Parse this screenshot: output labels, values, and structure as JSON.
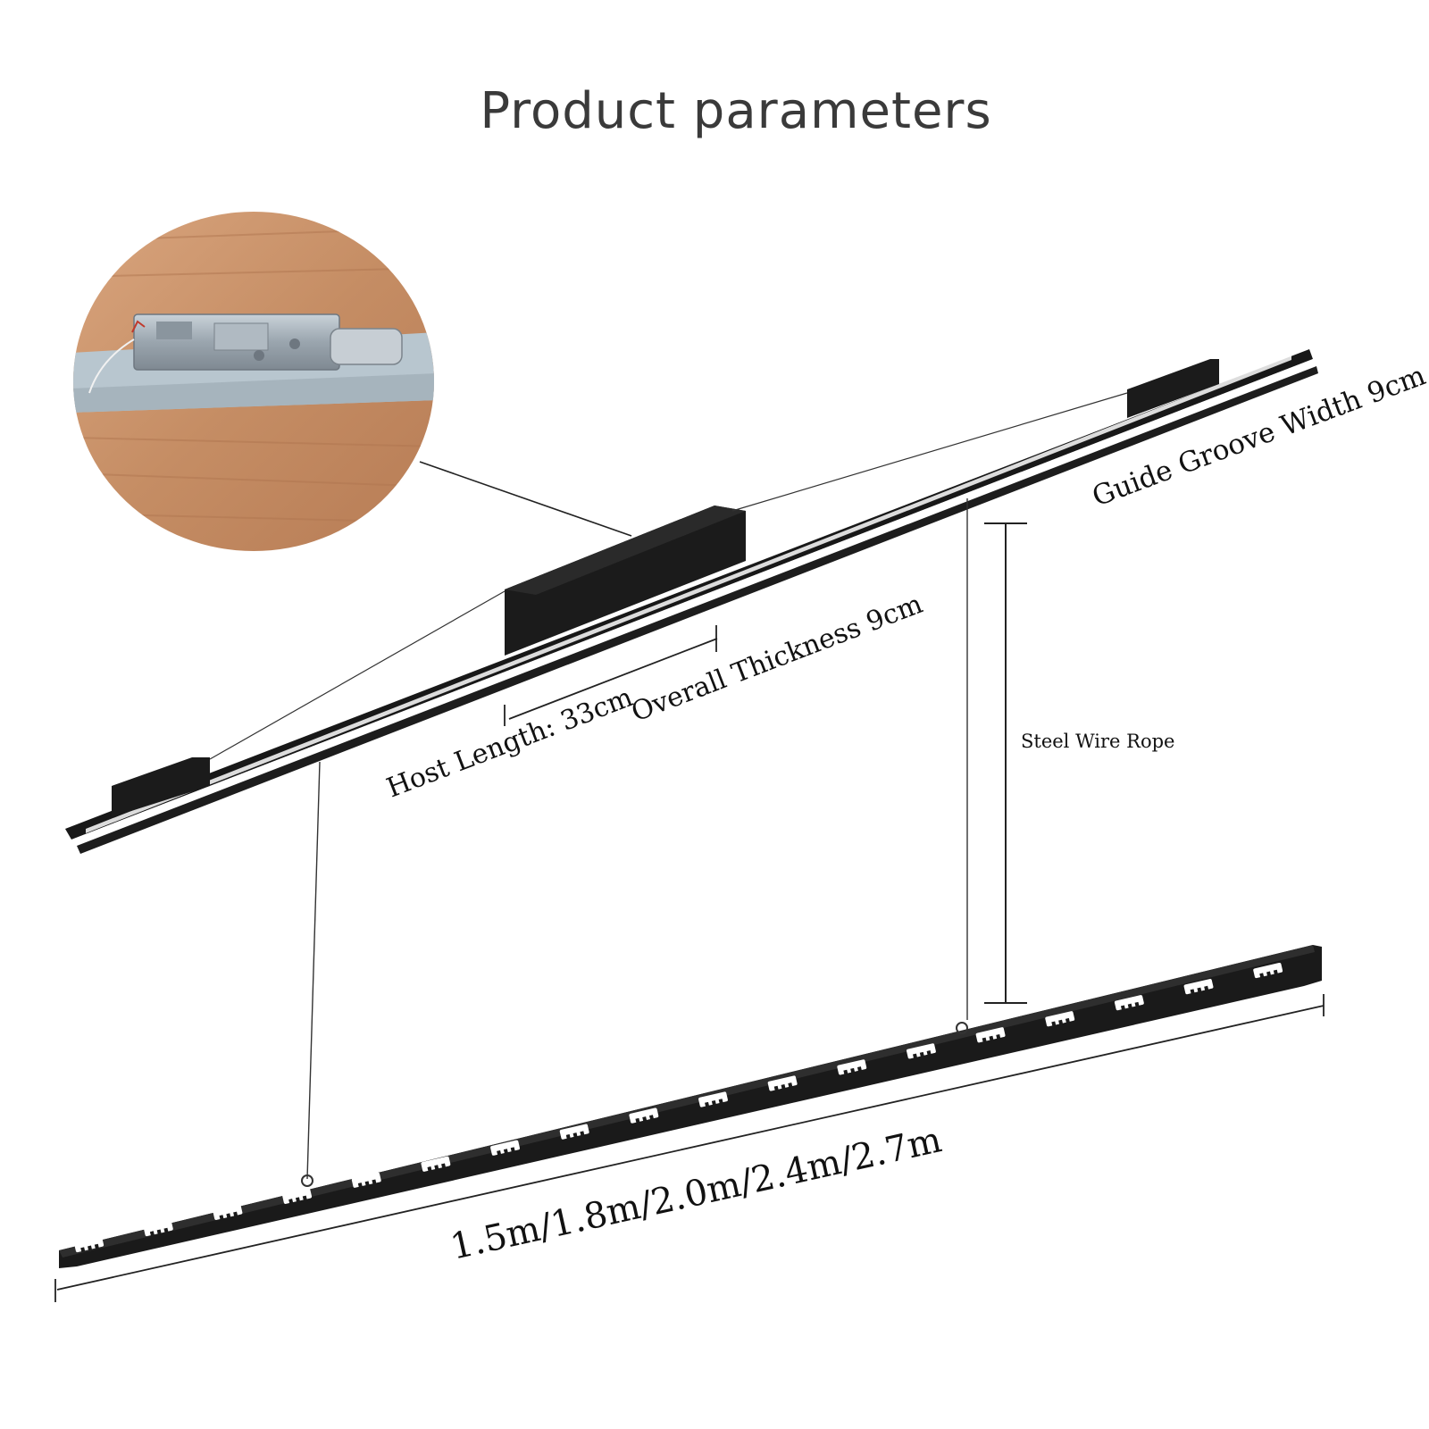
{
  "title": "Product parameters",
  "labels": {
    "guide_groove": "Guide Groove Width 9cm",
    "host_length": "Host Length: 33cm",
    "overall_thickness": "Overall Thickness 9cm",
    "steel_wire": "Steel Wire Rope",
    "lengths": "1.5m/1.8m/2.0m/2.4m/2.7m"
  },
  "inset": {
    "description_icon": "motor-photo",
    "wood_color": "#c58d64",
    "metal_color": "#9ea9b4",
    "rail_color": "#b9c6cf"
  },
  "colors": {
    "rail": "#1b1b1b",
    "line": "#222222",
    "background": "#ffffff"
  }
}
